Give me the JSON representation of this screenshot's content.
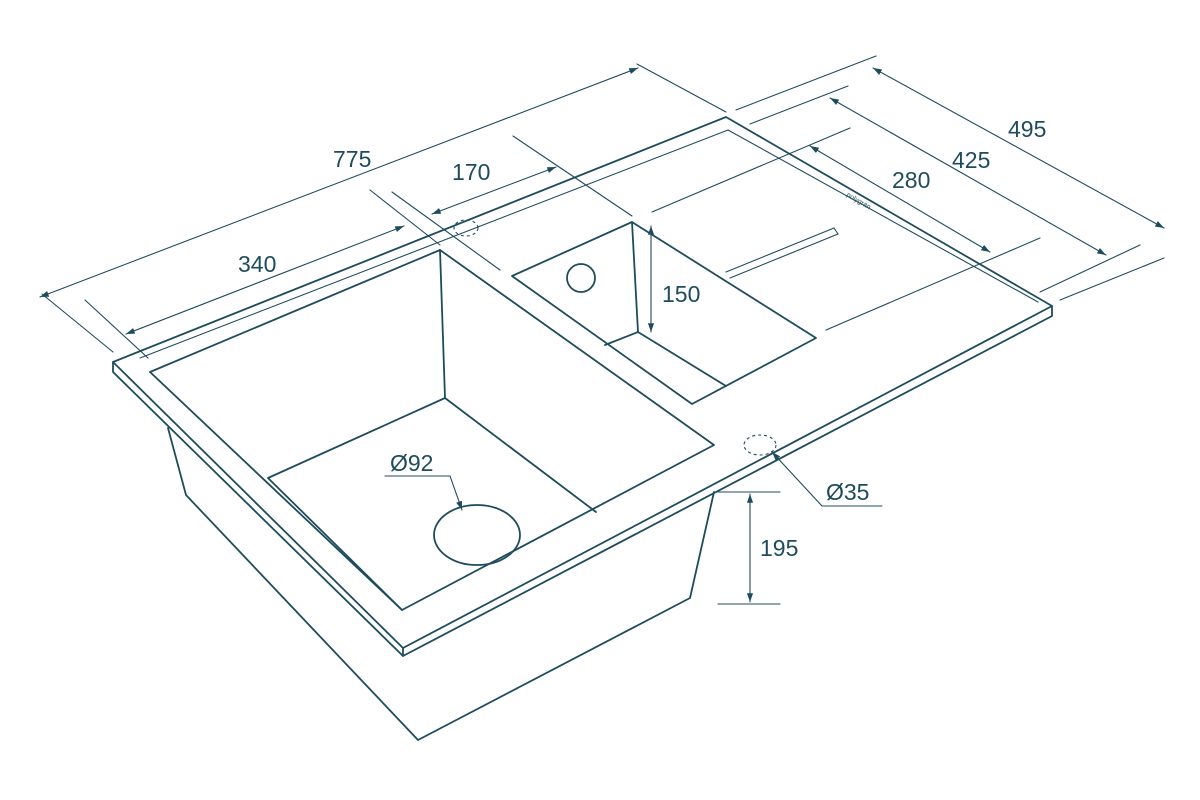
{
  "dimensions": {
    "overall_length": "775",
    "large_bowl_width": "340",
    "small_bowl_width": "170",
    "overall_depth": "495",
    "inner_depth": "425",
    "small_bowl_depth": "280",
    "small_bowl_height": "150",
    "bowl_height": "195",
    "drain_diameter": "Ø92",
    "tap_hole_diameter": "Ø35"
  },
  "brand_text": "polygran",
  "colors": {
    "line": "#1f4c5c",
    "background": "#ffffff"
  }
}
